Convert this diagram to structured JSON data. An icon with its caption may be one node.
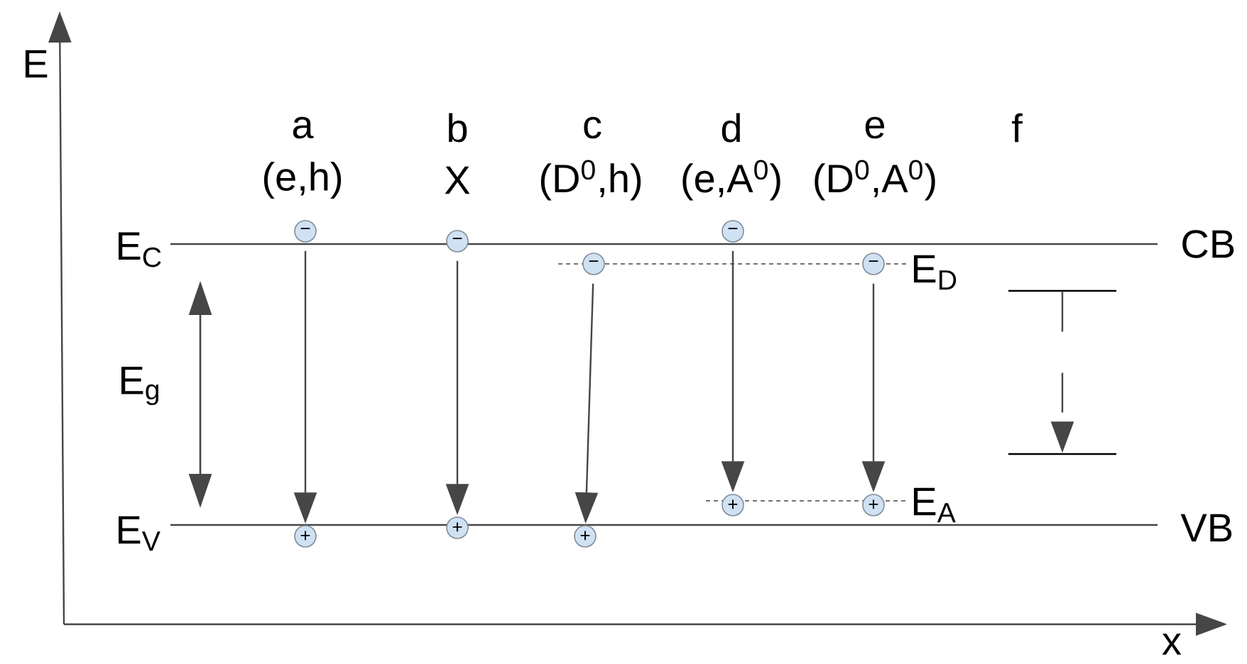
{
  "diagram": {
    "nodes": [
      {
        "text": [
          "−"
        ]
      },
      {
        "text": [
          "−"
        ]
      },
      {
        "text": [
          "−"
        ]
      },
      {
        "text": [
          "−"
        ]
      },
      {
        "text": [
          "−"
        ]
      },
      {
        "text": [],
        "shape": "bar"
      },
      {
        "text": [],
        "shape": "bar"
      },
      {
        "text": [
          "+"
        ]
      },
      {
        "text": [
          "+"
        ]
      },
      {
        "text": [
          "+"
        ]
      },
      {
        "text": [
          "+"
        ]
      },
      {
        "text": [
          "+"
        ]
      }
    ],
    "edges": [
      {
        "from": 0,
        "to": 7,
        "arrow": "to"
      },
      {
        "from": 1,
        "to": 8,
        "arrow": "to"
      },
      {
        "from": 2,
        "to": 9,
        "arrow": "to"
      },
      {
        "from": 3,
        "to": 10,
        "arrow": "to"
      },
      {
        "from": 4,
        "to": 11,
        "arrow": "to"
      },
      {
        "from": 5,
        "to": 6,
        "arrow": "to",
        "style": "dashed"
      }
    ],
    "labels": [
      "E",
      "a",
      "b",
      "c",
      "d",
      "e",
      "f",
      "(e,h)",
      "X",
      "(D$^{0}$,h)",
      "(e,A$^{0}$)",
      "(D$^{0}$,A$^{0}$)",
      "E$_{C}$",
      "CB",
      "E$_{D}$",
      "E$_{g}$",
      "E$_{A}$",
      "E$_{V}$",
      "VB",
      "x"
    ]
  }
}
